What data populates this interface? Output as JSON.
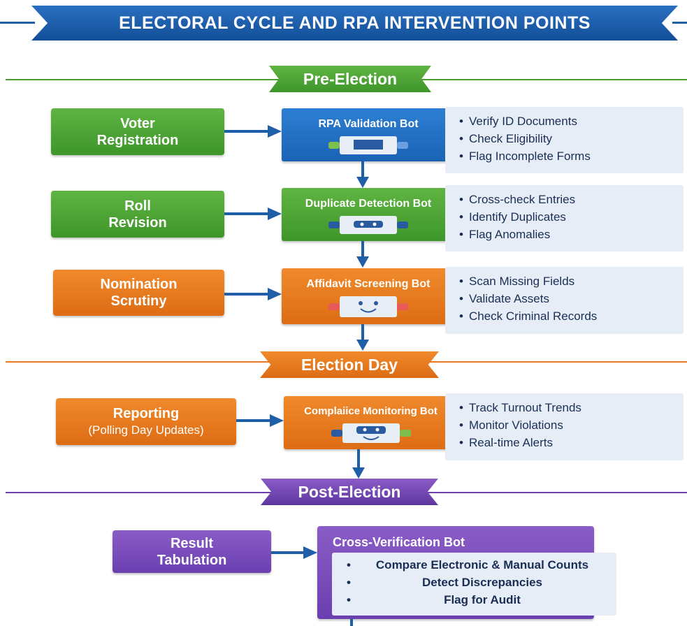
{
  "title": "ELECTORAL CYCLE AND RPA INTERVENTION POINTS",
  "phases": {
    "pre": "Pre-Election",
    "day": "Election Day",
    "post": "Post-Election"
  },
  "rows": [
    {
      "step_line1": "Voter",
      "step_line2": "Registration",
      "bot": "RPA Validation Bot",
      "tasks": [
        "Verify ID Documents",
        "Check Eligibility",
        "Flag Incomplete Forms"
      ]
    },
    {
      "step_line1": "Roll",
      "step_line2": "Revision",
      "bot": "Duplicate Detection Bot",
      "tasks": [
        "Cross-check Entries",
        "Identify Duplicates",
        "Flag Anomalies"
      ]
    },
    {
      "step_line1": "Nomination",
      "step_line2": "Scrutiny",
      "bot": "Affidavit Screening Bot",
      "tasks": [
        "Scan Missing Fields",
        "Validate Assets",
        "Check Criminal Records"
      ]
    },
    {
      "step_line1": "Reporting",
      "step_line2": "(Polling Day Updates)",
      "bot": "Complaiice Monitoring Bot",
      "tasks": [
        "Track Turnout Trends",
        "Monitor Violations",
        "Real-time Alerts"
      ]
    },
    {
      "step_line1": "Result",
      "step_line2": "Tabulation",
      "bot": "Cross-Verification Bot",
      "tasks": [
        "Compare Electronic & Manual Counts",
        "Detect Discrepancies",
        "Flag for Audit"
      ]
    }
  ],
  "colors": {
    "title": "#1f5fa8",
    "pre_phase": "#4a9e2f",
    "day_phase": "#e8791f",
    "post_phase": "#6a3fb0",
    "connector": "#1f5fa8"
  }
}
